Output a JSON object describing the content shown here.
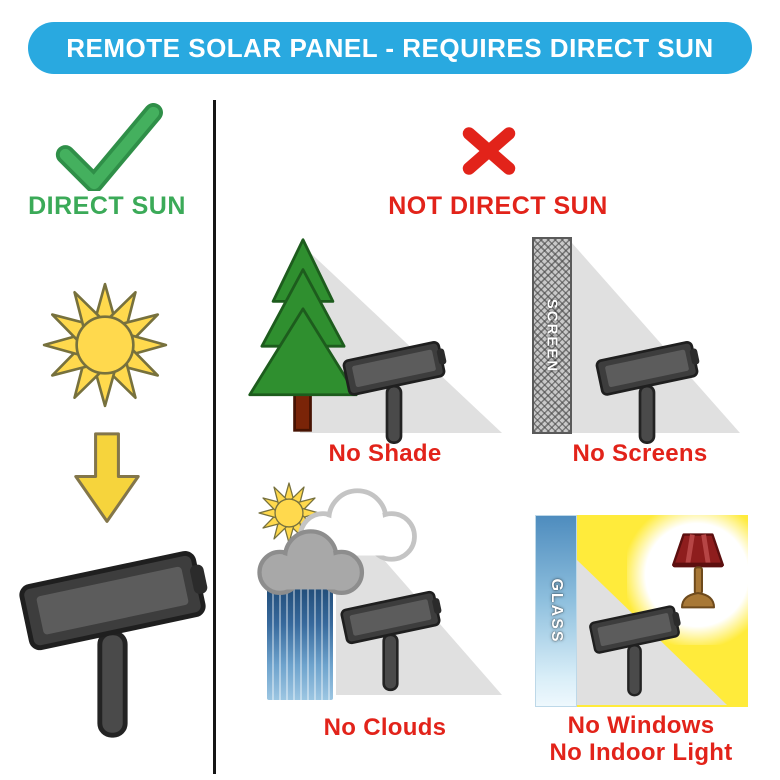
{
  "header": {
    "title": "REMOTE SOLAR PANEL - REQUIRES DIRECT SUN"
  },
  "direct_sun": {
    "label": "DIRECT SUN"
  },
  "not_direct_sun": {
    "label": "NOT DIRECT SUN"
  },
  "quadrants": {
    "shade": {
      "caption": "No Shade"
    },
    "screens": {
      "caption": "No Screens",
      "bar_label": "SCREEN"
    },
    "clouds": {
      "caption": "No Clouds"
    },
    "windows": {
      "caption_line1": "No Windows",
      "caption_line2": "No Indoor Light",
      "bar_label": "GLASS"
    }
  },
  "icons": {
    "check": "check-icon",
    "cross": "x-icon",
    "sun": "sun-icon",
    "down_arrow": "down-arrow-icon",
    "solar_panel": "solar-panel-icon",
    "tree": "pine-tree-icon",
    "shadow": "shadow-triangle",
    "cloud": "cloud-icon",
    "rain": "rain-icon",
    "lamp": "lamp-icon"
  },
  "colors": {
    "banner_bg": "#29A9E0",
    "banner_text": "#FFFFFF",
    "positive_green": "#3BAA58",
    "negative_red": "#E2231A",
    "sun_yellow": "#FFD94D",
    "arrow_yellow": "#F6D43C",
    "tree_green": "#2F8F2F",
    "shadow_gray": "#E0E0E0",
    "window_yellow": "#FFEB3B",
    "glass_blue": "#4E8CBE",
    "panel_gray": "#3D3D3D"
  }
}
